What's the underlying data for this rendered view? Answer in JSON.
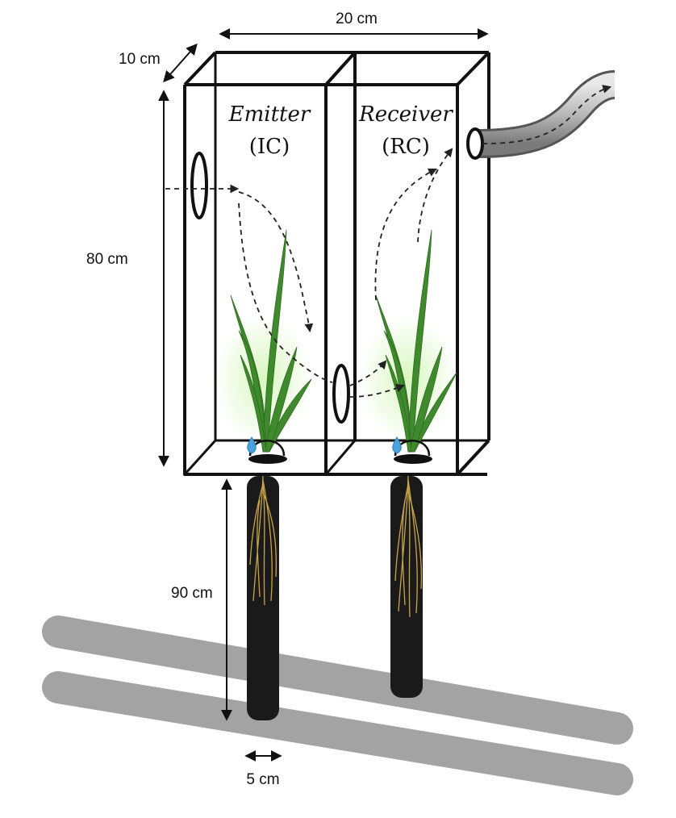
{
  "dimensions": {
    "width": "20 cm",
    "depth": "10 cm",
    "chamber_height": "80 cm",
    "tube_height": "90 cm",
    "tube_diameter": "5 cm"
  },
  "chambers": {
    "emitter": {
      "name": "Emitter",
      "code": "(IC)"
    },
    "receiver": {
      "name": "Receiver",
      "code": "(RC)"
    }
  },
  "colors": {
    "frame": "#111111",
    "leaf": "#3f8a2c",
    "root": "#c9a44a",
    "tube": "#1a1a1a",
    "pipe": "#9b9b9b",
    "water": "#4aa3df"
  }
}
